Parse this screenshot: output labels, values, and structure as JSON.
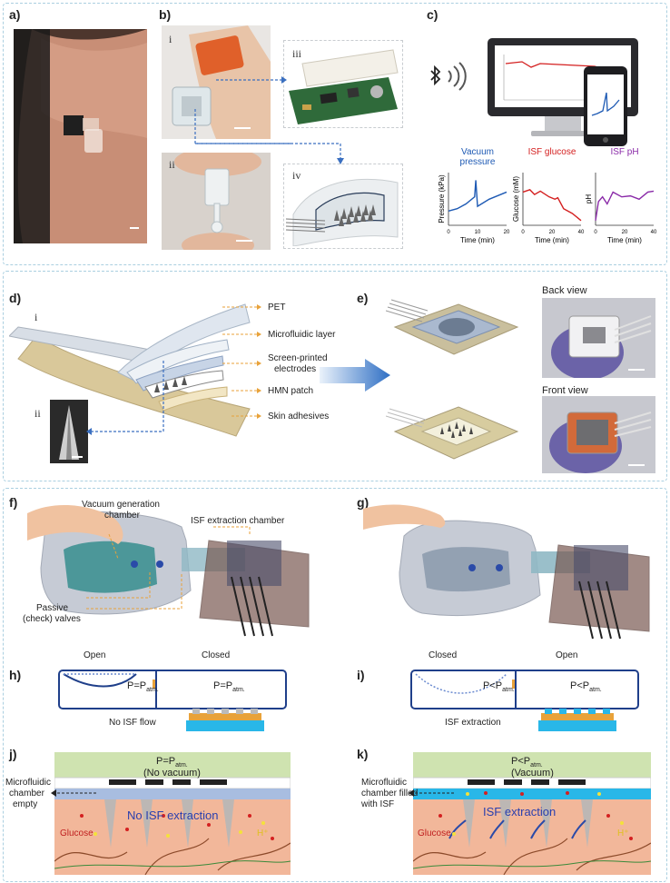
{
  "panels": {
    "a": "a)",
    "b": "b)",
    "c": "c)",
    "d": "d)",
    "e": "e)",
    "f": "f)",
    "g": "g)",
    "h": "h)",
    "i": "i)",
    "j": "j)",
    "k": "k)"
  },
  "b_sub": {
    "i": "i",
    "ii": "ii",
    "iii": "iii",
    "iv": "iv"
  },
  "d_sub": {
    "i": "i",
    "ii": "ii"
  },
  "c_charts": [
    {
      "title_line1": "Vacuum",
      "title_line2": "pressure",
      "title_color": "#1e5ab4",
      "ylabel": "Pressure (kPa)",
      "xlabel": "Time (min)",
      "xticks": [
        "0",
        "10",
        "20"
      ],
      "line_color": "#1e5ab4"
    },
    {
      "title_line1": "ISF glucose",
      "title_line2": "",
      "title_color": "#d42020",
      "ylabel": "Glucose (mM)",
      "xlabel": "Time (min)",
      "xticks": [
        "0",
        "20",
        "40"
      ],
      "line_color": "#d42020"
    },
    {
      "title_line1": "ISF pH",
      "title_line2": "",
      "title_color": "#8a2aa8",
      "ylabel": "pH",
      "xlabel": "Time (min)",
      "xticks": [
        "0",
        "20",
        "40"
      ],
      "line_color": "#8a2aa8"
    }
  ],
  "d_labels": [
    "PET",
    "Microfluidic layer",
    "Screen-printed",
    "electrodes",
    "HMN patch",
    "Skin adhesives"
  ],
  "e_labels": {
    "back": "Back view",
    "front": "Front view"
  },
  "f_labels": {
    "vacuum_line1": "Vacuum generation",
    "vacuum_line2": "chamber",
    "isf_chamber": "ISF extraction chamber",
    "valves_line1": "Passive",
    "valves_line2": "(check) valves"
  },
  "h_labels": {
    "open": "Open",
    "closed": "Closed",
    "p_left": "P=P",
    "p_left_sub": "atm.",
    "p_right": "P=P",
    "p_right_sub": "atm.",
    "flow": "No ISF flow"
  },
  "i_labels": {
    "closed": "Closed",
    "open": "Open",
    "p_left": "P<P",
    "p_left_sub": "atm.",
    "p_right": "P<P",
    "p_right_sub": "atm.",
    "flow": "ISF extraction"
  },
  "j_labels": {
    "p_line1": "P=P",
    "p_sub": "atm.",
    "p_line2": "(No vacuum)",
    "side_line1": "Microfluidic",
    "side_line2": "chamber",
    "side_line3": "empty",
    "center": "No ISF extraction",
    "glucose": "Glucose",
    "h": "H⁺"
  },
  "k_labels": {
    "p_line1": "P<P",
    "p_sub": "atm.",
    "p_line2": "(Vacuum)",
    "side_line1": "Microfluidic",
    "side_line2": "chamber filled",
    "side_line3": "with ISF",
    "center": "ISF extraction",
    "glucose": "Glucose",
    "h": "H⁺"
  },
  "colors": {
    "blue": "#1e5ab4",
    "red": "#d42020",
    "purple": "#8a2aa8",
    "orange": "#e8a23a",
    "skin": "#f2b79a",
    "green_bar": "#cfe3b0"
  },
  "icons": [
    "bluetooth-icon",
    "wireless-signal-icon",
    "arrow-right-icon"
  ]
}
